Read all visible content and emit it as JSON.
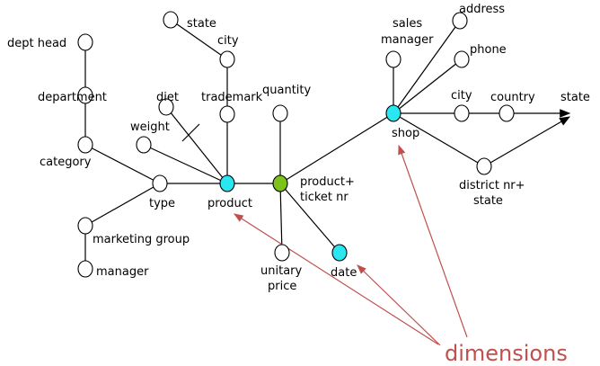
{
  "diagram": {
    "title": "dimensions",
    "colors": {
      "attribute": "#ffffff",
      "dimension": "#29e6f0",
      "fact": "#7dc11a",
      "line": "#000000",
      "annotation": "#c0504d"
    },
    "labels": {
      "dept_head": "dept head",
      "department": "department",
      "category": "category",
      "type": "type",
      "marketing_group": "marketing group",
      "manager": "manager",
      "state_top": "state",
      "city_top": "city",
      "diet": "diet",
      "trademark": "trademark",
      "weight": "weight",
      "product": "product",
      "quantity": "quantity",
      "fact_line1": "product+",
      "fact_line2": "ticket nr",
      "unitary_line1": "unitary",
      "unitary_line2": "price",
      "date": "date",
      "sales_line1": "sales",
      "sales_line2": "manager",
      "address": "address",
      "phone": "phone",
      "city_shop": "city",
      "country": "country",
      "state_right": "state",
      "shop": "shop",
      "district_line1": "district nr+",
      "district_line2": "state"
    }
  }
}
